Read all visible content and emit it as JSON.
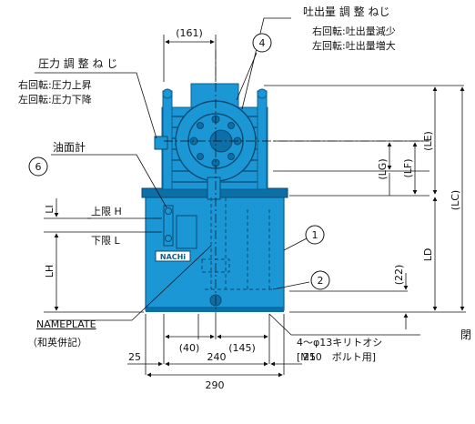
{
  "labels": {
    "delivery_adjust_screw": "吐出量 調 整 ねじ",
    "delivery_cw": "右回転:吐出量減少",
    "delivery_ccw": "左回転:吐出量増大",
    "pressure_adjust_screw": "圧力 調 整 ね じ",
    "pressure_cw": "右回転:圧力上昇",
    "pressure_ccw": "左回転:圧力下降",
    "oil_gauge": "油面計",
    "upper_limit": "上限 H",
    "lower_limit": "下限 L",
    "nameplate": "NAMEPLATE",
    "nameplate_note": "（和英併記）",
    "brand": "NACHi",
    "hole_spec": "4～φ13キリトオシ",
    "bolt_spec": "[M10　ボルト用]",
    "cut_char": "閉"
  },
  "callouts": {
    "c1": "1",
    "c2": "2",
    "c4": "4",
    "c6": "6"
  },
  "dimensions": {
    "d161": "(161)",
    "d40": "(40)",
    "d145": "(145)",
    "d25_left": "25",
    "d240": "240",
    "d25_right": "25",
    "d290": "290",
    "LE": "(LE)",
    "LF": "(LF)",
    "LG": "(LG)",
    "LC": "(LC)",
    "LD": "LD",
    "d22": "(22)",
    "LH": "LH",
    "LI": "LI"
  },
  "colors": {
    "body": "#1c97d6",
    "body_dark": "#0d6fa8",
    "line": "#111111"
  }
}
